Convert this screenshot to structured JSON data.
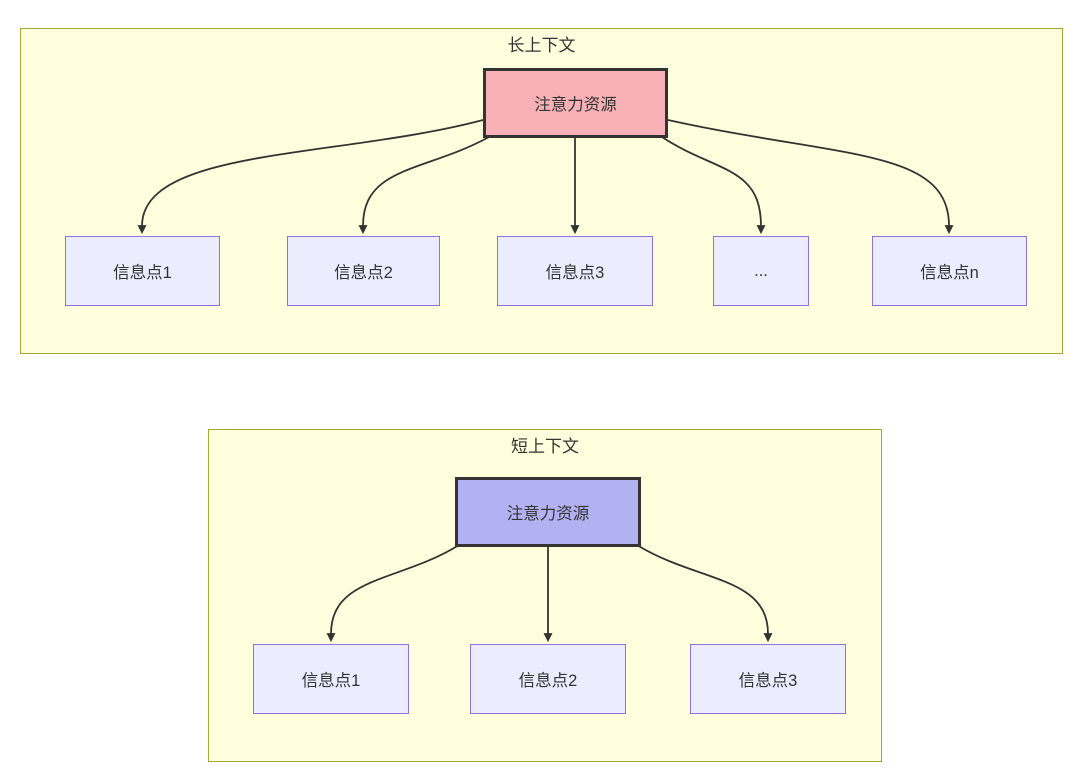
{
  "diagram": {
    "groups": [
      {
        "id": "long-context",
        "title": "长上下文",
        "source": {
          "label": "注意力资源",
          "fill": "#f7b1b7",
          "border": "#333333"
        },
        "targets": [
          {
            "label": "信息点1"
          },
          {
            "label": "信息点2"
          },
          {
            "label": "信息点3"
          },
          {
            "label": "..."
          },
          {
            "label": "信息点n"
          }
        ]
      },
      {
        "id": "short-context",
        "title": "短上下文",
        "source": {
          "label": "注意力资源",
          "fill": "#b2b2f2",
          "border": "#333333"
        },
        "targets": [
          {
            "label": "信息点1"
          },
          {
            "label": "信息点2"
          },
          {
            "label": "信息点3"
          }
        ]
      }
    ],
    "colors": {
      "group_fill": "#ffffde",
      "group_border": "#a8a832",
      "target_fill": "#ECECFF",
      "target_border": "#9370DB",
      "edge": "#333333",
      "text": "#333333"
    }
  }
}
